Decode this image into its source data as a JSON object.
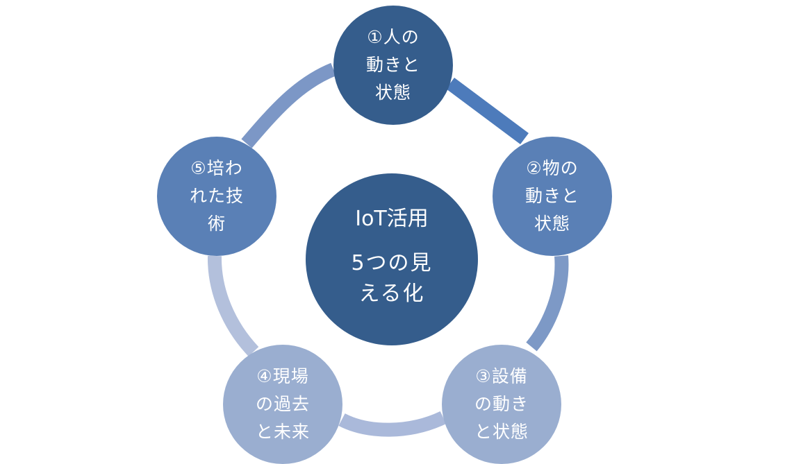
{
  "center": {
    "title": "IoT活用",
    "subtitle": "5つの見\nえる化"
  },
  "nodes": [
    {
      "label": "①人の\n動きと\n状態",
      "color": "#355d8c"
    },
    {
      "label": "②物の\n動きと\n状態",
      "color": "#5a80b6"
    },
    {
      "label": "③設備\nの動き\nと状態",
      "color": "#9aaed0"
    },
    {
      "label": "④現場\nの過去\nと未来",
      "color": "#9aaed0"
    },
    {
      "label": "⑤培わ\nれた技\n術",
      "color": "#5a80b6"
    }
  ],
  "ring_colors": [
    "#4d7bbb",
    "#7d99c6",
    "#aab9da",
    "#b3c0dc",
    "#7c97c6"
  ]
}
